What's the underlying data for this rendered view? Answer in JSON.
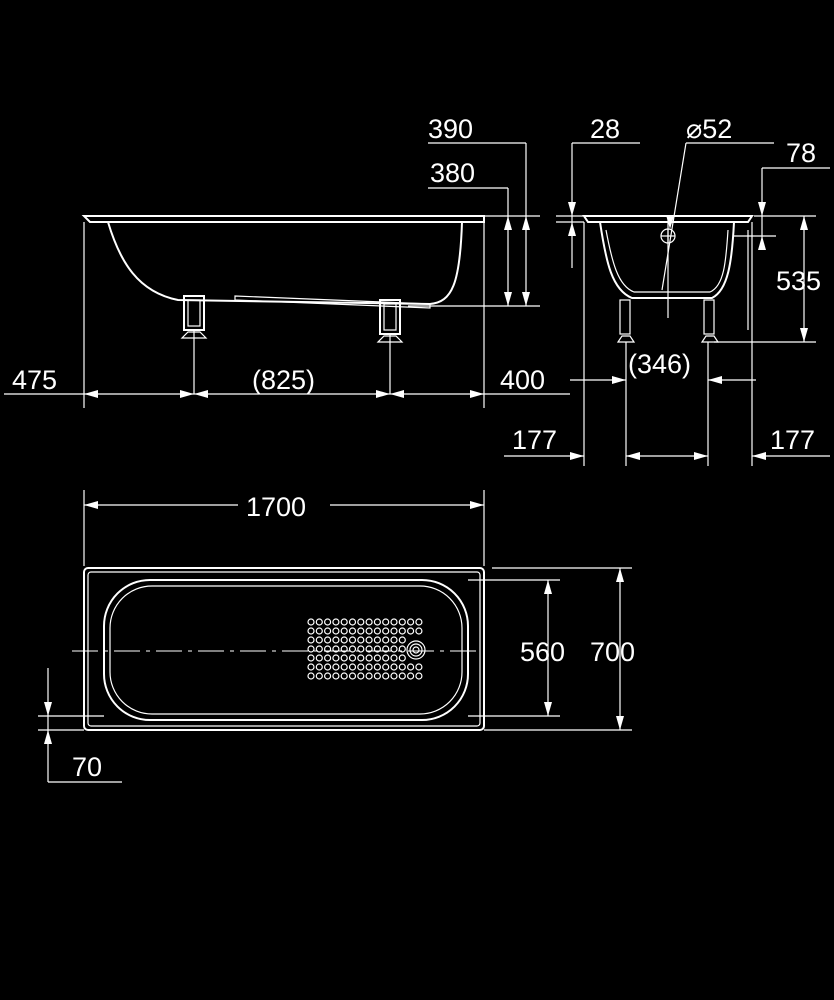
{
  "colors": {
    "background": "#000000",
    "line": "#ffffff"
  },
  "side_view": {
    "dims": {
      "rim_height": "390",
      "inner_height": "380",
      "left_offset": "475",
      "leg_spacing": "(825)",
      "right_offset": "400"
    }
  },
  "end_view": {
    "dims": {
      "rim_thickness": "28",
      "drain_diameter": "⌀52",
      "overflow_height": "78",
      "depth": "535",
      "leg_width": "(346)",
      "left_offset": "177",
      "right_offset": "177"
    }
  },
  "top_view": {
    "dims": {
      "length": "1700",
      "inner_width": "560",
      "width": "700",
      "edge_offset": "70"
    }
  }
}
